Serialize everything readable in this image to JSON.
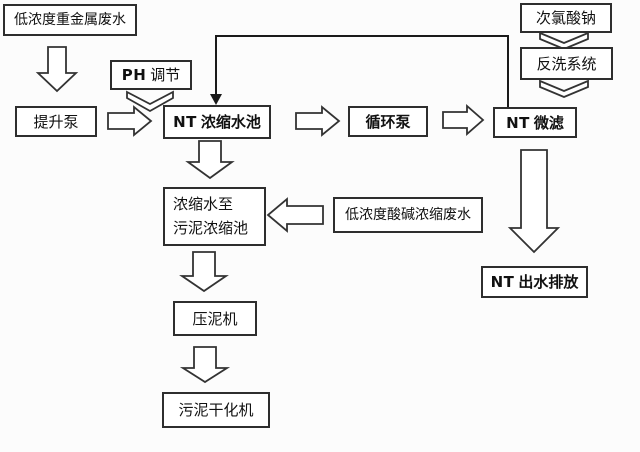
{
  "diagram": {
    "nodes": {
      "heavy_metal_wastewater": {
        "label": "低浓度重金属废水"
      },
      "lift_pump": {
        "label": "提升泵"
      },
      "ph_adjust": {
        "prefix": "PH",
        "label": "调节"
      },
      "nt_tank": {
        "prefix": "NT",
        "label": "浓缩水池"
      },
      "circulation_pump": {
        "label": "循环泵"
      },
      "nt_microfiltration": {
        "prefix": "NT",
        "label": "微滤"
      },
      "sodium_hypochlorite": {
        "label": "次氯酸钠"
      },
      "backwash_system": {
        "label": "反洗系统"
      },
      "acid_alkali_wastewater": {
        "label": "低浓度酸碱浓缩废水"
      },
      "concentrate_to_thickener": {
        "line1": "浓缩水至",
        "line2": "污泥浓缩池"
      },
      "nt_discharge": {
        "prefix": "NT",
        "label": "出水排放"
      },
      "mud_press": {
        "label": "压泥机"
      },
      "sludge_dryer": {
        "label": "污泥干化机"
      }
    },
    "colors": {
      "background": "#fcfcfc",
      "box_border": "#2e2e2e",
      "box_fill": "#ffffff",
      "text": "#111111",
      "arrow_stroke": "#333333",
      "arrow_fill": "#ffffff",
      "solid_line": "#1a1a1a"
    }
  }
}
